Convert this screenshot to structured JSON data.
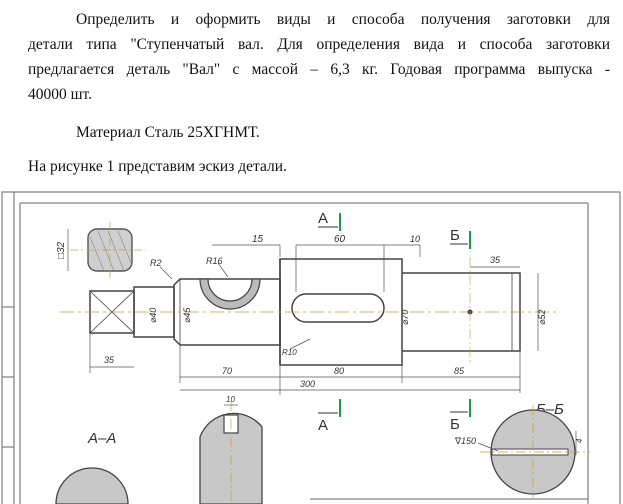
{
  "document": {
    "paragraph1_line1": "Определить и оформить виды и способа получения заготовки для",
    "paragraph1_line2": "детали типа \"Ступенчатый вал. Для определения вида и способа заготовки",
    "paragraph1_line3": "предлагается деталь \"Вал\" с массой – 6,3 кг. Годовая программа выпуска -",
    "paragraph1_line4": "40000 шт.",
    "material": "Материал Сталь 25ХГНМТ.",
    "figure_caption": "На рисунке 1 представим эскиз детали."
  },
  "drawing": {
    "section_a_label": "А",
    "section_b_label": "Б",
    "section_aa_title": "А–А",
    "section_bb_title": "Б–Б",
    "dim_square": "□32",
    "dim_r2": "R2",
    "dim_r16": "R16",
    "dim_15_top": "15",
    "dim_60": "60",
    "dim_10": "10",
    "dim_35_right": "35",
    "dim_d40": "⌀40",
    "dim_d45": "⌀45",
    "dim_d70": "⌀70",
    "dim_d52": "⌀52",
    "dim_r10": "R10",
    "dim_35_left": "35",
    "dim_70": "70",
    "dim_80": "80",
    "dim_85": "85",
    "dim_300": "300",
    "dim_10_aa": "10",
    "dim_roughness": "∇150",
    "dim_4": "4"
  }
}
